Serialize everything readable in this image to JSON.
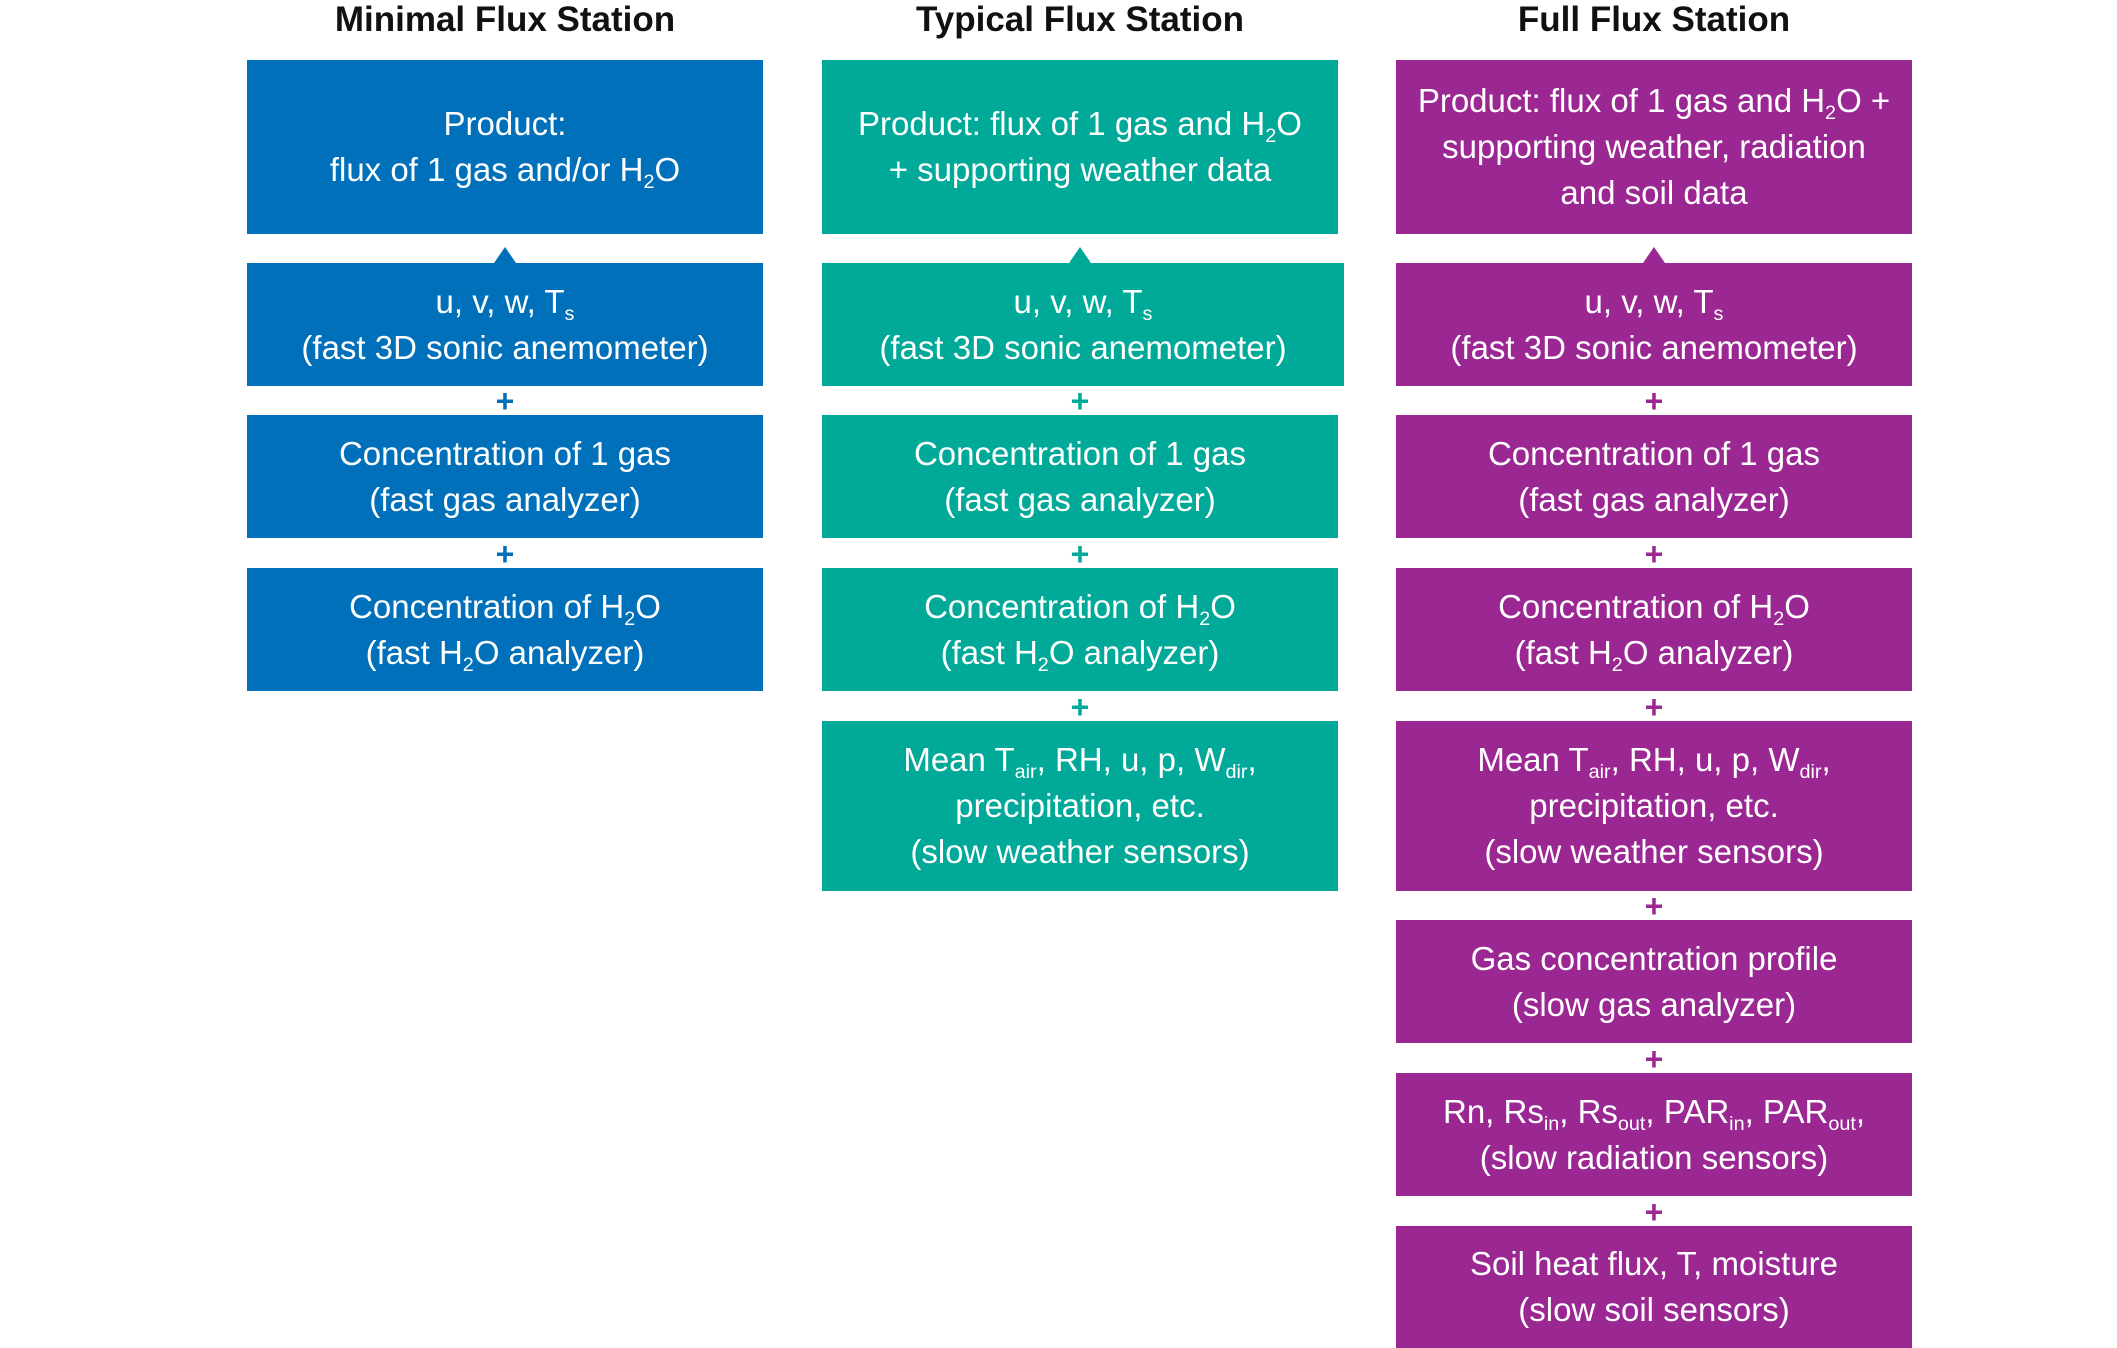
{
  "colors": {
    "minimal": "#0070bb",
    "typical": "#00a998",
    "full": "#9b2793"
  },
  "plus_sign": "+",
  "minimal": {
    "title": "Minimal Flux Station",
    "product": {
      "l1": "Product:",
      "l2": "flux of 1 gas and/or H",
      "l2_sub": "2",
      "l2_tail": "O"
    },
    "sonic": {
      "l1": "u, v, w, T",
      "l1_sub": "s",
      "l2": "(fast 3D sonic anemometer)"
    },
    "gas": {
      "l1": "Concentration of 1 gas",
      "l2": "(fast gas analyzer)"
    },
    "h2o": {
      "l1": "Concentration of H",
      "l1_sub": "2",
      "l1_tail": "O",
      "l2": "(fast H",
      "l2_sub": "2",
      "l2_tail": "O analyzer)"
    }
  },
  "typical": {
    "title": "Typical Flux Station",
    "product": {
      "l1": "Product: flux of 1 gas and H",
      "l1_sub": "2",
      "l1_tail": "O",
      "l2": "+ supporting weather data"
    },
    "sonic": {
      "l1": "u, v, w, T",
      "l1_sub": "s",
      "l2": "(fast 3D sonic anemometer)"
    },
    "gas": {
      "l1": "Concentration of 1 gas",
      "l2": "(fast gas analyzer)"
    },
    "h2o": {
      "l1": "Concentration of H",
      "l1_sub": "2",
      "l1_tail": "O",
      "l2": "(fast H",
      "l2_sub": "2",
      "l2_tail": "O analyzer)"
    },
    "weather": {
      "l1a": "Mean T",
      "l1a_sub": "air",
      "l1b": ", RH, u, p, W",
      "l1b_sub": "dir",
      "l1c": ",",
      "l2": "precipitation, etc.",
      "l3": "(slow weather sensors)"
    }
  },
  "full": {
    "title": "Full Flux Station",
    "product": {
      "l1": "Product: flux of 1 gas and H",
      "l1_sub": "2",
      "l1_tail": "O +",
      "l2": "supporting weather, radiation",
      "l3": "and soil data"
    },
    "sonic": {
      "l1": "u, v, w, T",
      "l1_sub": "s",
      "l2": "(fast 3D sonic anemometer)"
    },
    "gas": {
      "l1": "Concentration of 1 gas",
      "l2": "(fast gas analyzer)"
    },
    "h2o": {
      "l1": "Concentration of H",
      "l1_sub": "2",
      "l1_tail": "O",
      "l2": "(fast H",
      "l2_sub": "2",
      "l2_tail": "O analyzer)"
    },
    "weather": {
      "l1a": "Mean T",
      "l1a_sub": "air",
      "l1b": ", RH, u, p, W",
      "l1b_sub": "dir",
      "l1c": ",",
      "l2": "precipitation, etc.",
      "l3": "(slow weather sensors)"
    },
    "profile": {
      "l1": "Gas concentration profile",
      "l2": "(slow gas analyzer)"
    },
    "radiation": {
      "a": "Rn, Rs",
      "a_sub": "in",
      "b": ", Rs",
      "b_sub": "out",
      "c": ", PAR",
      "c_sub": "in",
      "d": ", PAR",
      "d_sub": "out",
      "e": ",",
      "l2": "(slow radiation sensors)"
    },
    "soil": {
      "l1": "Soil heat flux, T, moisture",
      "l2": "(slow soil sensors)"
    }
  }
}
